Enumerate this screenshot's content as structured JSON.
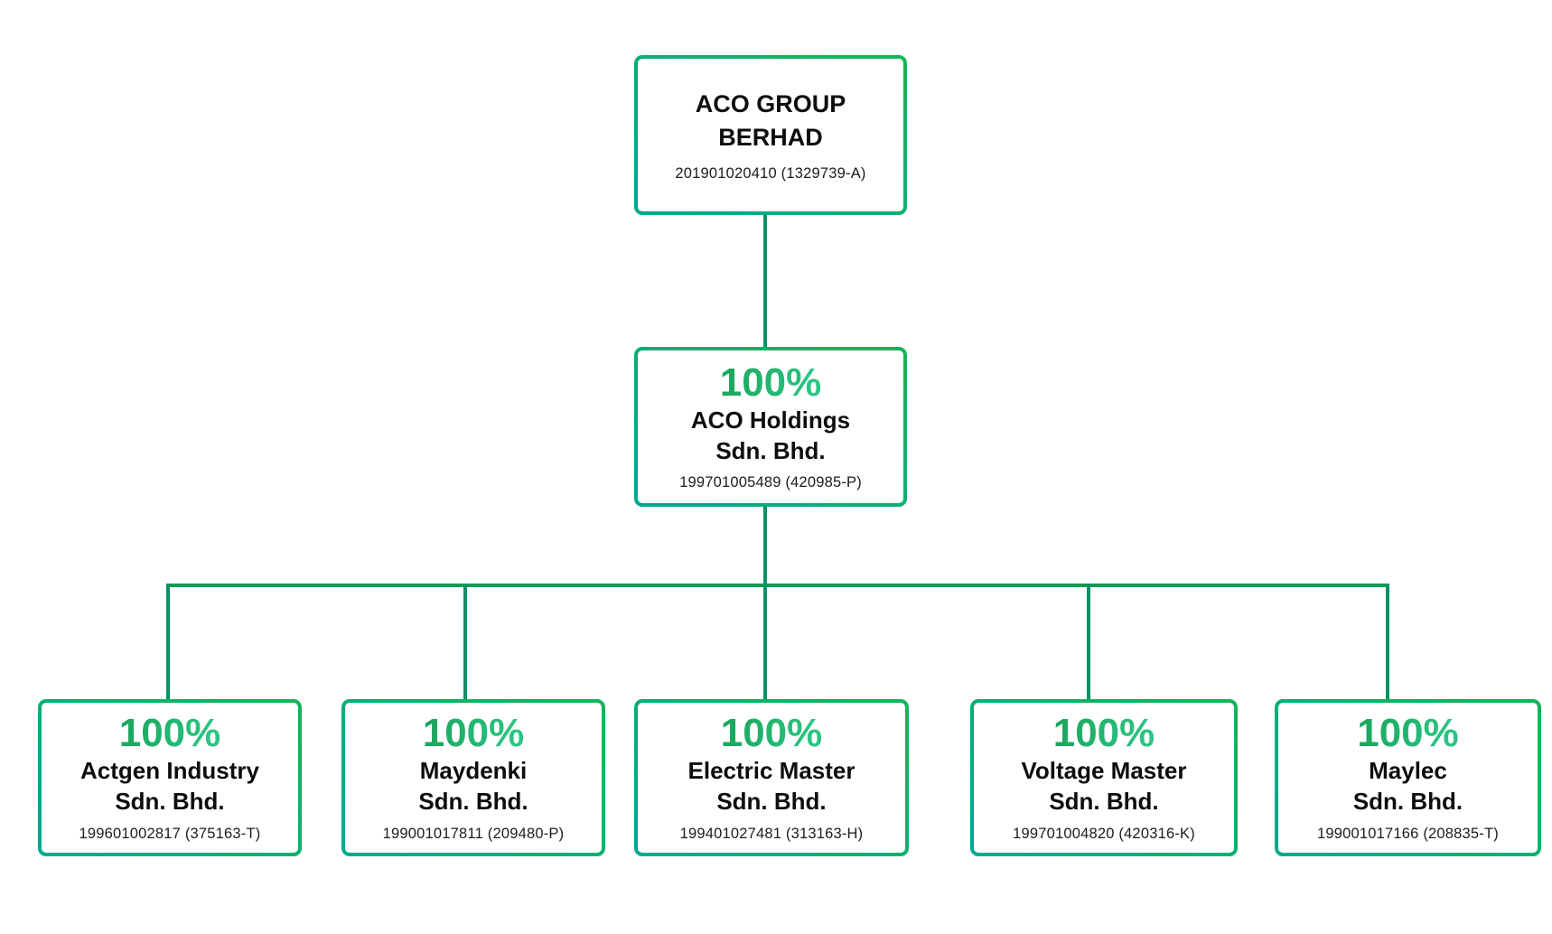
{
  "colors": {
    "border_green": "#12b55a",
    "border_teal": "#00a98e",
    "connector_green": "#089d4f",
    "connector_teal": "#0b9168",
    "pct_green": "#2bc584",
    "text_black": "#0d0d0d"
  },
  "root": {
    "name_lines": [
      "ACO GROUP",
      "BERHAD"
    ],
    "reg": "201901020410 (1329739-A)"
  },
  "holding": {
    "ownership": "100%",
    "name_lines": [
      "ACO Holdings",
      "Sdn. Bhd."
    ],
    "reg": "199701005489 (420985-P)"
  },
  "subsidiaries": [
    {
      "ownership": "100%",
      "name_lines": [
        "Actgen Industry",
        "Sdn. Bhd."
      ],
      "reg": "199601002817 (375163-T)"
    },
    {
      "ownership": "100%",
      "name_lines": [
        "Maydenki",
        "Sdn. Bhd."
      ],
      "reg": "199001017811 (209480-P)"
    },
    {
      "ownership": "100%",
      "name_lines": [
        "Electric Master",
        "Sdn. Bhd."
      ],
      "reg": "199401027481 (313163-H)"
    },
    {
      "ownership": "100%",
      "name_lines": [
        "Voltage Master",
        "Sdn. Bhd."
      ],
      "reg": "199701004820 (420316-K)"
    },
    {
      "ownership": "100%",
      "name_lines": [
        "Maylec",
        "Sdn. Bhd."
      ],
      "reg": "199001017166 (208835-T)"
    }
  ]
}
